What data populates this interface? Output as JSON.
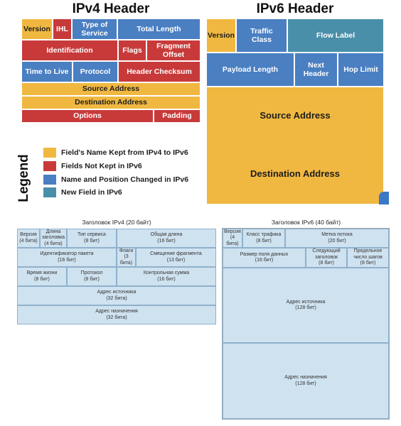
{
  "ipv4": {
    "title": "IPv4 Header",
    "version": "Version",
    "ihl": "IHL",
    "tos": "Type of\nService",
    "total_length": "Total Length",
    "identification": "Identification",
    "flags": "Flags",
    "fragment_offset": "Fragment\nOffset",
    "ttl": "Time to Live",
    "protocol": "Protocol",
    "header_checksum": "Header Checksum",
    "source": "Source Address",
    "destination": "Destination Address",
    "options": "Options",
    "padding": "Padding"
  },
  "ipv6": {
    "title": "IPv6 Header",
    "version": "Version",
    "traffic_class": "Traffic\nClass",
    "flow_label": "Flow Label",
    "payload_length": "Payload Length",
    "next_header": "Next\nHeader",
    "hop_limit": "Hop Limit",
    "source": "Source Address",
    "destination": "Destination Address"
  },
  "legend": {
    "title": "Legend",
    "items": [
      {
        "label": "Field's Name Kept from IPv4 to IPv6",
        "color": "#f0b840"
      },
      {
        "label": "Fields Not Kept in IPv6",
        "color": "#c83a3a"
      },
      {
        "label": "Name and Position Changed in IPv6",
        "color": "#4a7fc2"
      },
      {
        "label": "New Field in IPv6",
        "color": "#4a8fa9"
      }
    ]
  },
  "ru_ipv4": {
    "title": "Заголовок IPv4 (20 байт)",
    "version": {
      "name": "Версия",
      "bits": "(4 бита)"
    },
    "header_length": {
      "name": "Длина\nзаголовка",
      "bits": "(4 бита)"
    },
    "service_type": {
      "name": "Тип сервиса",
      "bits": "(8 бит)"
    },
    "total_length": {
      "name": "Общая длина",
      "bits": "(16 бит)"
    },
    "packet_id": {
      "name": "Идентификатор пакета",
      "bits": "(16 бит)"
    },
    "flags": {
      "name": "Флаги",
      "bits": "(3 бита)"
    },
    "fragment_offset": {
      "name": "Смещение фрагмента",
      "bits": "(13 бит)"
    },
    "ttl": {
      "name": "Время жизни",
      "bits": "(8 бит)"
    },
    "protocol": {
      "name": "Протокол",
      "bits": "(8 бит)"
    },
    "checksum": {
      "name": "Контрольная сумма",
      "bits": "(16 бит)"
    },
    "source": {
      "name": "Адрес источника",
      "bits": "(32 бита)"
    },
    "destination": {
      "name": "Адрес назначения",
      "bits": "(32 бита)"
    }
  },
  "ru_ipv6": {
    "title": "Заголовок IPv6 (40 байт)",
    "version": {
      "name": "Версия",
      "bits": "(4 бита)"
    },
    "traffic_class": {
      "name": "Класс трафика",
      "bits": "(8 бит)"
    },
    "flow_label": {
      "name": "Метка потока",
      "bits": "(20 бит)"
    },
    "payload_length": {
      "name": "Размер поля данных",
      "bits": "(16 бит)"
    },
    "next_header": {
      "name": "Следующий\nзаголовок",
      "bits": "(8 бит)"
    },
    "hop_limit": {
      "name": "Предельное\nчисло шагов",
      "bits": "(8 бит)"
    },
    "source": {
      "name": "Адрес источника",
      "bits": "(128 бит)"
    },
    "destination": {
      "name": "Адрес назначения",
      "bits": "(128 бит)"
    }
  }
}
